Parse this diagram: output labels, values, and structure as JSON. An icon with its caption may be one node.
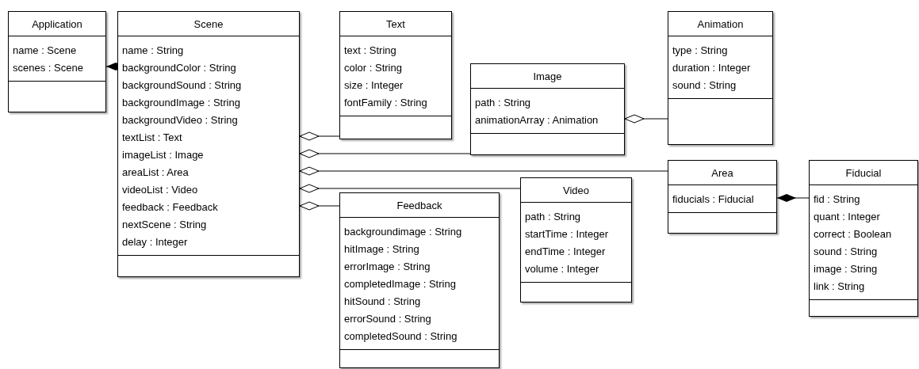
{
  "diagram": {
    "nodes": [
      {
        "text": [
          "Application",
          "name : Scene",
          "scenes : Scene"
        ]
      },
      {
        "text": [
          "Scene",
          "name : String",
          "backgroundColor : String",
          "backgroundSound : String",
          "backgroundImage : String",
          "backgroundVideo : String",
          "textList : Text",
          "imageList : Image",
          "areaList : Area",
          "videoList : Video",
          "feedback : Feedback",
          "nextScene : String",
          "delay : Integer"
        ]
      },
      {
        "text": [
          "Text",
          "text : String",
          "color : String",
          "size : Integer",
          "fontFamily : String"
        ]
      },
      {
        "text": [
          "Image",
          "path : String",
          "animationArray : Animation"
        ]
      },
      {
        "text": [
          "Animation",
          "type : String",
          "duration : Integer",
          "sound : String"
        ]
      },
      {
        "text": [
          "Area",
          "fiducials : Fiducial"
        ]
      },
      {
        "text": [
          "Fiducial",
          "fid : String",
          "quant : Integer",
          "correct : Boolean",
          "sound : String",
          "image : String",
          "link : String"
        ]
      },
      {
        "text": [
          "Feedback",
          "backgroundimage : String",
          "hitImage : String",
          "errorImage : String",
          "completedImage : String",
          "hitSound : String",
          "errorSound : String",
          "completedSound : String"
        ]
      },
      {
        "text": [
          "Video",
          "path : String",
          "startTime : Integer",
          "endTime : Integer",
          "volume : Integer"
        ]
      }
    ],
    "edges": [
      {
        "from": 0,
        "to": 1,
        "arrow": "other"
      },
      {
        "from": 1,
        "to": 2,
        "arrow": "other"
      },
      {
        "from": 1,
        "to": 3,
        "arrow": "other"
      },
      {
        "from": 1,
        "to": 5,
        "arrow": "other"
      },
      {
        "from": 1,
        "to": 8,
        "arrow": "other"
      },
      {
        "from": 1,
        "to": 7,
        "arrow": "other"
      },
      {
        "from": 3,
        "to": 4,
        "arrow": "other"
      },
      {
        "from": 5,
        "to": 6,
        "arrow": "other"
      }
    ]
  }
}
